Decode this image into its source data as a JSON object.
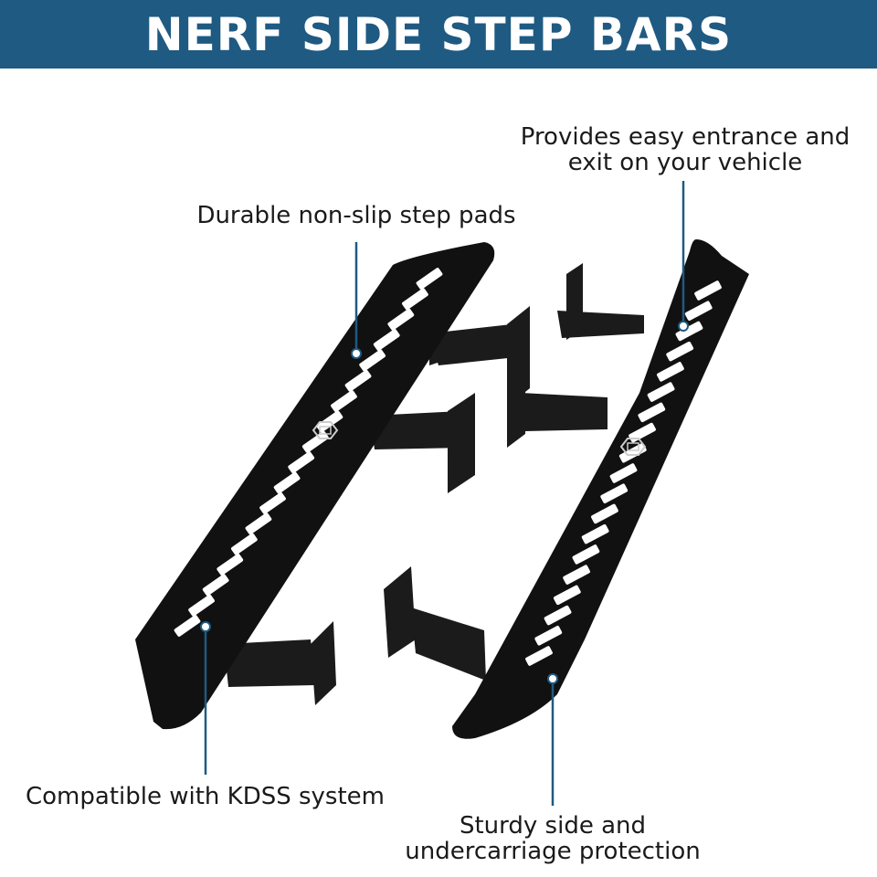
{
  "banner": {
    "title": "NERF SIDE STEP BARS",
    "color": "#1f5a82"
  },
  "callouts": {
    "pads": "Durable non-slip step pads",
    "entrance": [
      "Provides easy entrance and",
      "exit on your vehicle"
    ],
    "kdss": "Compatible with KDSS system",
    "sturdy": [
      "Sturdy side and",
      "undercarriage protection"
    ]
  },
  "colors": {
    "bar": "#111111",
    "bracket": "#1b1b1b",
    "leader": "#1f5a82",
    "slot": "#ffffff"
  },
  "icons": {
    "logo": "hex-brand-logo"
  }
}
